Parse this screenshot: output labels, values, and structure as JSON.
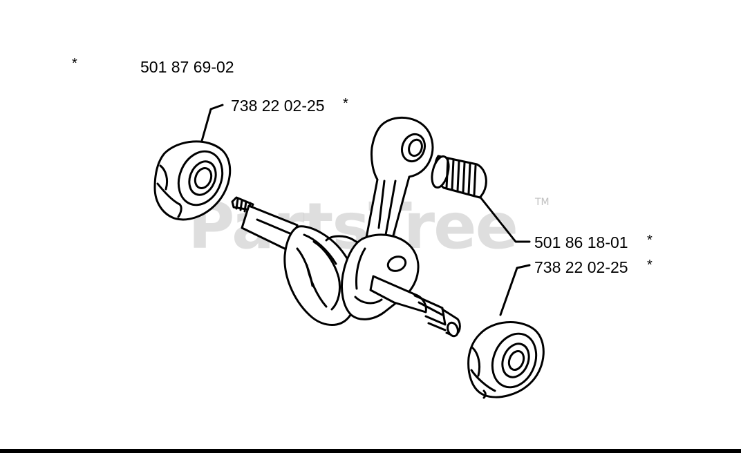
{
  "assembly": {
    "marker": "*",
    "part_number": "501 87 69-02"
  },
  "callouts": {
    "bearing_top": {
      "part_number": "738 22 02-25",
      "marker": "*"
    },
    "needle_bearing": {
      "part_number": "501 86 18-01",
      "marker": "*"
    },
    "bearing_bottom": {
      "part_number": "738 22 02-25",
      "marker": "*"
    }
  },
  "watermark": {
    "text": "PartsTree",
    "trademark": "TM"
  },
  "colors": {
    "line": "#000000",
    "background": "#ffffff",
    "watermark": "#a0a0a0"
  }
}
